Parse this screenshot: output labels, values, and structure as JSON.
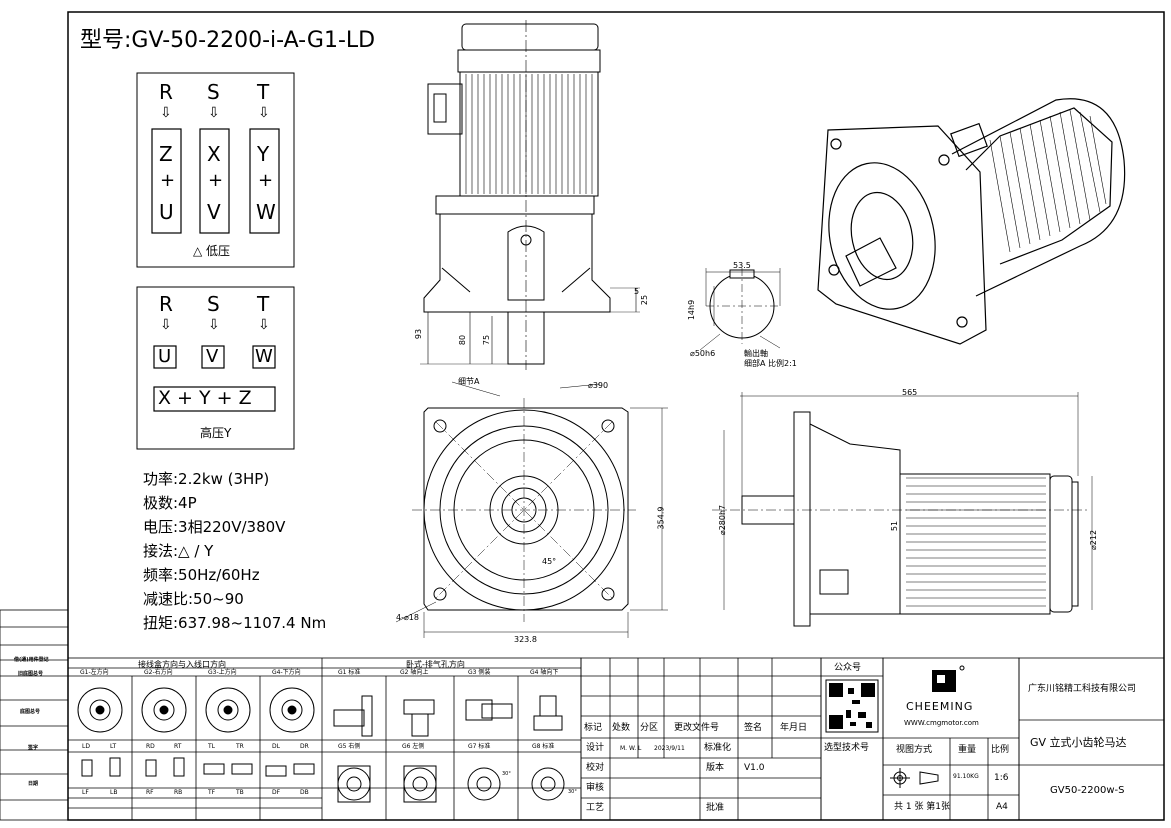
{
  "model": "型号:GV-50-2200-i-A-G1-LD",
  "wiring": {
    "low": {
      "phases": [
        "R",
        "S",
        "T"
      ],
      "terminals": [
        [
          "Z",
          "+",
          "U"
        ],
        [
          "X",
          "+",
          "V"
        ],
        [
          "Y",
          "+",
          "W"
        ]
      ],
      "caption": "△ 低压"
    },
    "high": {
      "phases": [
        "R",
        "S",
        "T"
      ],
      "terminals": [
        "U",
        "V",
        "W"
      ],
      "star": "X + Y + Z",
      "caption": "高压Y"
    }
  },
  "specs": [
    "功率:2.2kw (3HP)",
    "极数:4P",
    "电压:3相220V/380V",
    "接法:△ / Y",
    "频率:50Hz/60Hz",
    "减速比:50~90",
    "扭矩:637.98~1107.4 Nm"
  ],
  "dims": {
    "d53_5": "53.5",
    "d5": "5",
    "d25": "25",
    "d14h9": "14h9",
    "d50h6": "⌀50h6",
    "output_shaft": "輸出軸",
    "detail_a": "细部A 比例2:1",
    "d93": "93",
    "d80": "80",
    "d75": "75",
    "detail_label": "细节A",
    "d390": "⌀390",
    "d354_9": "354.9",
    "d45": "45°",
    "d4_18": "4-⌀18",
    "d323_8": "323.8",
    "d565": "565",
    "d280h7": "⌀280h7",
    "d51": "51",
    "d212": "⌀212"
  },
  "left_margin": [
    "借(通)用件登记",
    "旧底图总号",
    "底图总号",
    "签字",
    "日期"
  ],
  "junction": {
    "title": "接线盒方向与入线口方向",
    "dirs": [
      "G1-左方向",
      "G2-右方向",
      "G3-上方向",
      "G4-下方向"
    ],
    "codes": [
      [
        "LD",
        "LT"
      ],
      [
        "RD",
        "RT"
      ],
      [
        "TL",
        "TR"
      ],
      [
        "DL",
        "DR"
      ]
    ],
    "codes2": [
      [
        "LF",
        "LB"
      ],
      [
        "RF",
        "RB"
      ],
      [
        "TF",
        "TB"
      ],
      [
        "DF",
        "DB"
      ]
    ]
  },
  "mounting": {
    "title": "卧式-排气孔方向",
    "top": [
      "G1 标准",
      "G2 轴向上",
      "G3 侧装",
      "G4 轴向下"
    ],
    "bottom": [
      "G5 右侧",
      "G6 左侧",
      "G7 标准",
      "G8 标准"
    ],
    "angle": "30°"
  },
  "titleblock": {
    "headers": [
      "标记",
      "处数",
      "分区",
      "更改文件号",
      "签名",
      "年月日"
    ],
    "rows": [
      {
        "label": "设计",
        "a": "M. W. L",
        "b": "2023/9/11",
        "c": "标准化"
      },
      {
        "label": "校对",
        "c": "版本",
        "d": "V1.0"
      },
      {
        "label": "审核"
      },
      {
        "label": "工艺",
        "c": "批准"
      }
    ],
    "wechat": "公众号",
    "selection": "选型技术号",
    "brand": "CHEEMING",
    "website": "WWW.cmgmotor.com",
    "company": "广东川铭精工科技有限公司",
    "product": "GV 立式小齿轮马达",
    "view_method": "视图方式",
    "weight_label": "重量",
    "scale_label": "比例",
    "weight": "91.10KG",
    "scale": "1:6",
    "sheet": "共 1 张 第1张",
    "size": "A4",
    "code": "GV50-2200w-S"
  }
}
